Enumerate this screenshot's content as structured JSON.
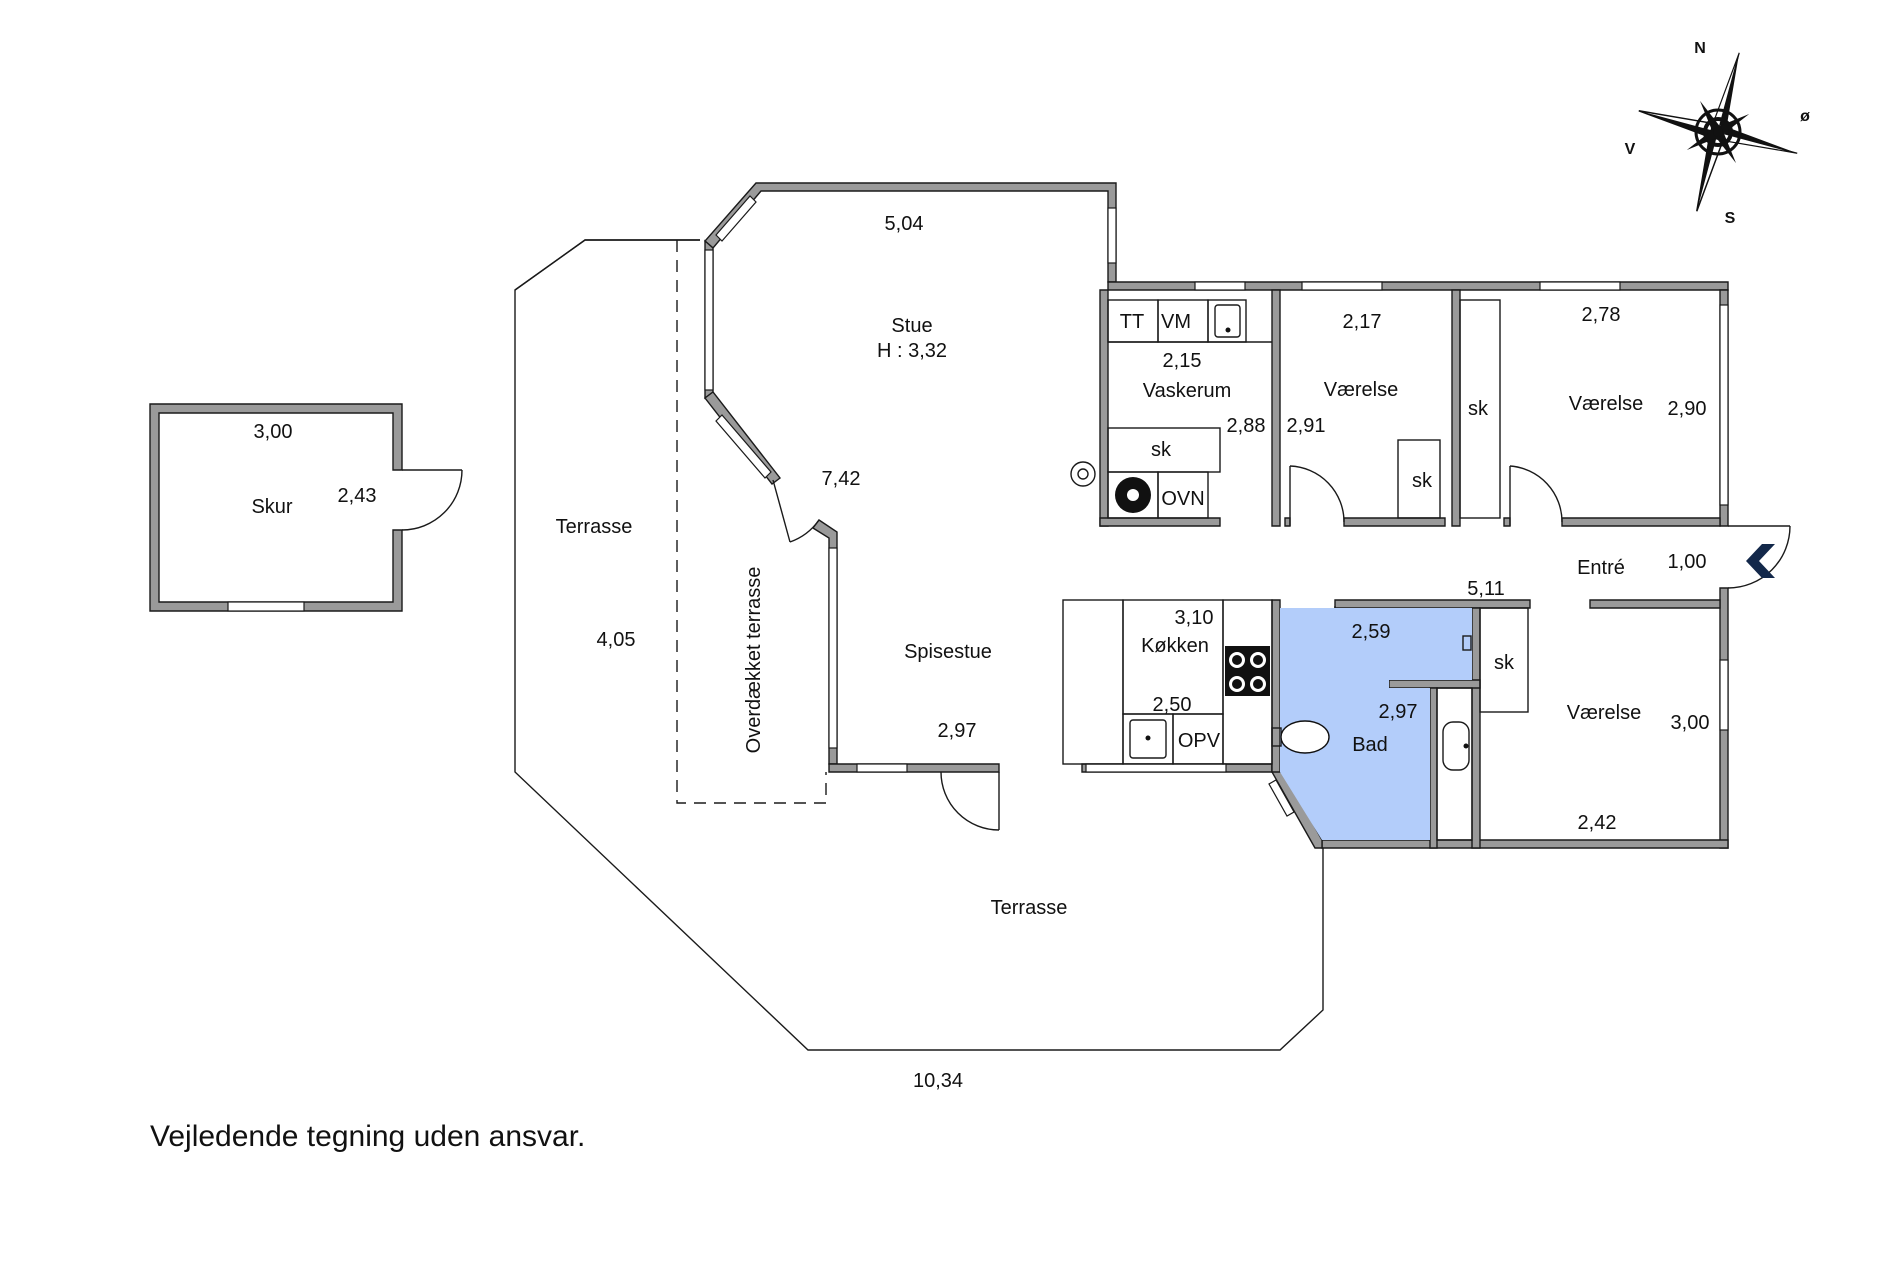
{
  "compass": {
    "n": "N",
    "s": "S",
    "e": "ø",
    "w": "V"
  },
  "rooms": {
    "skur": {
      "label": "Skur",
      "width": "3,00",
      "depth": "2,43"
    },
    "stue": {
      "label": "Stue",
      "height": "H : 3,32",
      "width": "5,04",
      "length": "7,42"
    },
    "spisestue": {
      "label": "Spisestue",
      "width": "2,97"
    },
    "vaskerum": {
      "label": "Vaskerum",
      "width": "2,15",
      "depth": "2,88",
      "tt": "TT",
      "vm": "VM",
      "sk": "sk",
      "ovn": "OVN"
    },
    "vaerelse1": {
      "label": "Værelse",
      "width": "2,17",
      "depth": "2,91",
      "sk": "sk"
    },
    "vaerelse2": {
      "label": "Værelse",
      "width": "2,78",
      "depth": "2,90",
      "sk": "sk"
    },
    "entre": {
      "label": "Entré",
      "width": "5,11",
      "depth": "1,00"
    },
    "koekken": {
      "label": "Køkken",
      "width": "3,10",
      "depth": "2,50",
      "opv": "OPV"
    },
    "bad": {
      "label": "Bad",
      "width": "2,59",
      "depth": "2,97"
    },
    "vaerelse3": {
      "label": "Værelse",
      "width": "2,42",
      "depth": "3,00",
      "sk": "sk"
    },
    "terrasse_west": {
      "label": "Terrasse",
      "depth": "4,05"
    },
    "overdaekket": {
      "label": "Overdækket terrasse"
    },
    "terrasse_south": {
      "label": "Terrasse",
      "width": "10,34"
    }
  },
  "colors": {
    "bath_fill": "#b3cdfa",
    "wall": "#9a9a9a",
    "entry_arrow": "#13284a"
  },
  "disclaimer": "Vejledende tegning uden ansvar."
}
